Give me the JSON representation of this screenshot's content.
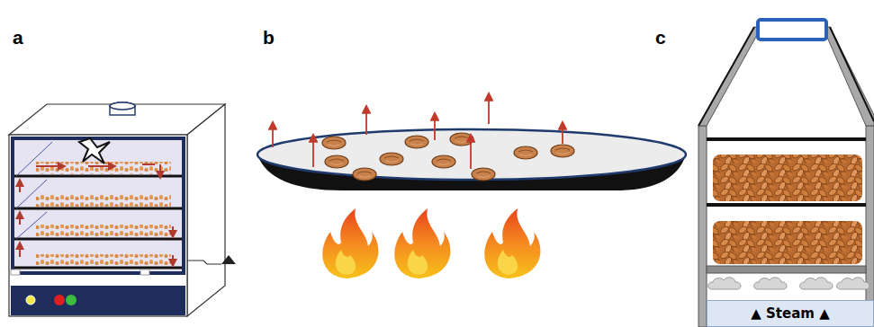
{
  "diagram": {
    "nodes": [
      {
        "text": [
          "▲ Steam ▲"
        ]
      }
    ],
    "labels": [
      "a",
      "b",
      "c"
    ]
  }
}
